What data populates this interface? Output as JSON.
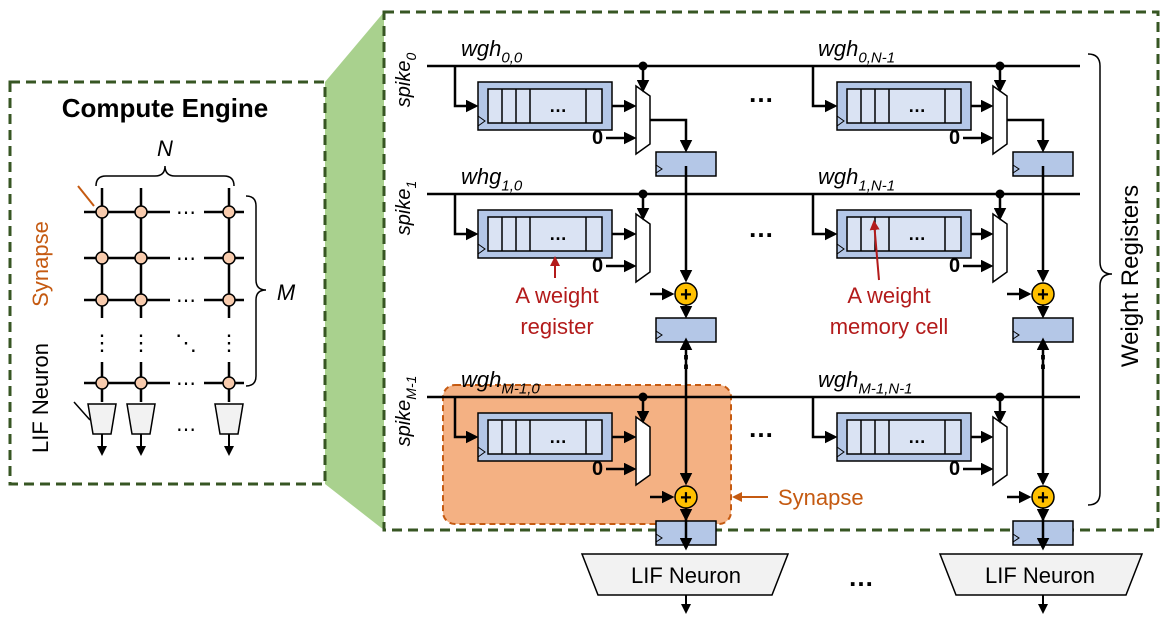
{
  "left_panel": {
    "title": "Compute Engine",
    "n_label": "N",
    "m_label": "M",
    "synapse_label": "Synapse",
    "neuron_label": "LIF Neuron",
    "hdots": "⋯",
    "vdots": "⋮",
    "ddots": "⋱"
  },
  "rows": [
    {
      "spike": "spike",
      "spike_sub": "0",
      "w0": "wgh",
      "w0_sub": "0,0",
      "wn": "wgh",
      "wn_sub": "0,N-1"
    },
    {
      "spike": "spike",
      "spike_sub": "1",
      "w0": "whg",
      "w0_sub": "1,0",
      "wn": "wgh",
      "wn_sub": "1,N-1"
    },
    {
      "spike": "spike",
      "spike_sub": "M-1",
      "w0": "wgh",
      "w0_sub": "M-1,0",
      "wn": "wgh",
      "wn_sub": "M-1,N-1"
    }
  ],
  "mux_zero": "0",
  "register_dots": "…",
  "ellipsis": "…",
  "annotations": {
    "weight_register": [
      "A weight",
      "register"
    ],
    "weight_memory_cell": [
      "A weight",
      "memory cell"
    ],
    "synapse": "Synapse"
  },
  "weight_registers_label": "Weight Registers",
  "outputs": [
    "LIF Neuron",
    "LIF Neuron"
  ],
  "colors": {
    "frame": "#375623",
    "zoom": "#a9d18e",
    "register_fill": "#b4c7e7",
    "register_inner": "#dae3f3",
    "adder": "#ffc000",
    "synapse_box": "#f4b183",
    "synapse_border": "#c55a11",
    "neuron_fill": "#f2f2f2",
    "node": "#f8cbad",
    "annotation": "#b31b1b"
  }
}
